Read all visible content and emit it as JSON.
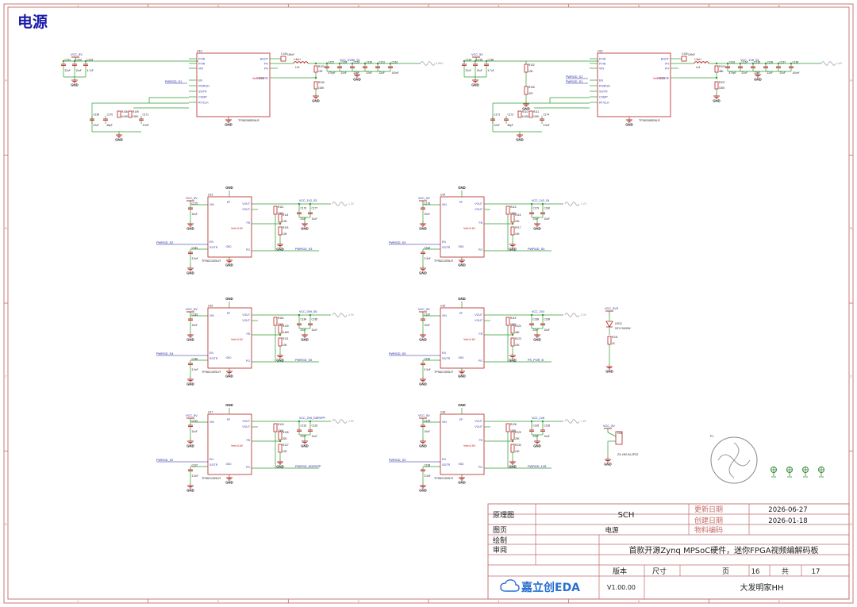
{
  "sheet": {
    "title": "电源",
    "col_marks": [
      "1",
      "2",
      "3",
      "4",
      "5",
      "6"
    ],
    "row_marks": [
      "A",
      "B",
      "C",
      "D"
    ]
  },
  "colors": {
    "frame": "#c46a6a",
    "wire": "#2f9a2f",
    "part": "#b42020",
    "pin": "#3a3ab0",
    "net": "#1a1a99",
    "text": "#222222"
  },
  "top_buck": [
    {
      "ref": "U10",
      "part": "TPS62085RHLR",
      "input_net": "VCC_5V",
      "input_caps": [
        "C151",
        "C152",
        "C153"
      ],
      "input_cap_vals": [
        "22uF",
        "10uF",
        "4.7uF"
      ],
      "pins_left": [
        "PVIN",
        "PVIN",
        "VIN",
        "EN",
        "PWRGD",
        "SS/TR",
        "COMP",
        "RT/CLK"
      ],
      "pins_right": [
        "BOOT",
        "PH",
        "PH",
        "VSENSE"
      ],
      "vref": "Vref=0.6V",
      "en_net": "PWRGD_S1",
      "boot_cap": "C145",
      "boot_val": "100nF",
      "inductor": "L13",
      "ind_val": "1.5uH",
      "out_net": "VCC_0V85_S1",
      "out_label": "0.85V",
      "out_caps": [
        "C157",
        "C158",
        "C159",
        "C160",
        "C161",
        "C162"
      ],
      "out_cap_vals": [
        "470pF",
        "22uF",
        "22uF",
        "22uF",
        "22uF",
        "100nF"
      ],
      "fb_res": [
        "R103",
        "R105"
      ],
      "fb_vals": [
        "12K",
        "100K"
      ],
      "comp_parts": [
        "C169",
        "C170",
        "R108",
        "R109",
        "C171"
      ],
      "comp_vals": [
        "22nF",
        "68pF",
        "6.04K",
        "100K",
        "3.9nF"
      ],
      "gnd": "GND"
    },
    {
      "ref": "U12",
      "part": "TPS62085RHLR",
      "input_net": "VCC_5V",
      "input_caps": [
        "C154",
        "C155",
        "C156"
      ],
      "input_cap_vals": [
        "22uF",
        "10uF",
        "4.7uF"
      ],
      "pins_left": [
        "PVIN",
        "PVIN",
        "VIN",
        "EN",
        "PWRGD",
        "SS/TR",
        "COMP",
        "RT/CLK"
      ],
      "pins_right": [
        "BOOT",
        "PH",
        "PH",
        "VSENSE"
      ],
      "vref": "Vref=0.6V",
      "en_net": "PWRGD_S1",
      "pg_net": "PWRGD_S2",
      "boot_cap": "C150",
      "boot_val": "100nF",
      "inductor": "L14",
      "ind_val": "1.5uH",
      "out_net": "VCC_1V8_S2",
      "out_label": "1.8V",
      "out_caps": [
        "C163",
        "C164",
        "C165",
        "C166",
        "C167",
        "C168"
      ],
      "out_cap_vals": [
        "470pF",
        "22uF",
        "22uF",
        "22uF",
        "22uF",
        "100nF"
      ],
      "fb_res": [
        "R104",
        "R107"
      ],
      "fb_vals": [
        "48K",
        "100K"
      ],
      "div_res": [
        "R102",
        "R106"
      ],
      "div_vals": [
        "10K",
        "47K"
      ],
      "comp_parts": [
        "C172",
        "C173",
        "R110",
        "R111",
        "C174"
      ],
      "comp_vals": [
        "22nF",
        "68pF",
        "6.04K",
        "100K",
        "3.9nF"
      ],
      "gnd": "GND"
    }
  ],
  "ldo_blocks": [
    {
      "ref": "U13",
      "part": "TPS62130SLR",
      "vin": "VCC_5V",
      "out_net": "VCC_1V2_S3",
      "out_label": "1.2V",
      "vref": "Vref=0.6V",
      "en_net": "PWRGD_S2",
      "pg_net": "PWRGD_S3",
      "caps_in": "C175",
      "cin_val": "10uF",
      "ss_cap": "C181",
      "ss_val": "3.3nF",
      "fb_top": "R114",
      "fb_top_val": "10K",
      "fb_bot": "R115",
      "fb_bot_val": "10K",
      "pu": "R112",
      "pu_val": "100K",
      "cout": [
        "C176",
        "C177"
      ],
      "cout_vals": [
        "22uF",
        "10uF"
      ]
    },
    {
      "ref": "U14",
      "part": "TPS62130SLR",
      "vin": "VCC_5V",
      "out_net": "VCC_1V2_S4",
      "out_label": "1.2V",
      "vref": "Vref=0.6V",
      "en_net": "PWRGD_S3",
      "pg_net": "PWRGD_S4",
      "caps_in": "C178",
      "cin_val": "10uF",
      "ss_cap": "C182",
      "ss_val": "3.3nF",
      "fb_top": "R116",
      "fb_top_val": "10K",
      "fb_bot": "R117",
      "fb_bot_val": "10K",
      "pu": "R113",
      "pu_val": "100K",
      "cout": [
        "C179",
        "C180"
      ],
      "cout_vals": [
        "22uF",
        "10uF"
      ]
    },
    {
      "ref": "U15",
      "part": "TPS62130SLR",
      "vin": "VCC_5V",
      "out_net": "VCC_0V9_S5",
      "out_label": "0.9V",
      "vref": "Vref=0.6V",
      "en_net": "PWRGD_S4",
      "pg_net": "PWRGD_S5",
      "caps_in": "C183",
      "cin_val": "10uF",
      "ss_cap": "C186",
      "ss_val": "3.3nF",
      "fb_top": "R120",
      "fb_top_val": "5.49K",
      "fb_bot": "R121",
      "fb_bot_val": "10K",
      "pu": "R118",
      "pu_val": "100K",
      "cout": [
        "C184",
        "C185"
      ],
      "cout_vals": [
        "22uF",
        "10uF"
      ]
    },
    {
      "ref": "U16",
      "part": "TPS62130SLR",
      "vin": "VCC_5V",
      "out_net": "VCC_3V3",
      "out_label": "3.3V",
      "vref": "Vref=0.6V",
      "en_net": "PWRGD_S5",
      "pg_net": "PS_POR_B",
      "caps_in": "C187",
      "cin_val": "10uF",
      "ss_cap": "C190",
      "ss_val": "3.3nF",
      "fb_top": "R122",
      "fb_top_val": "45K",
      "fb_bot": "R123",
      "fb_bot_val": "10K",
      "pu": "R119",
      "pu_val": "100K",
      "cout": [
        "C188",
        "C189"
      ],
      "cout_vals": [
        "22uF",
        "10uF"
      ]
    },
    {
      "ref": "U17",
      "part": "TPS62130SLR",
      "vin": "VCC_5V",
      "out_net": "VCC_2V5_DDRVPP",
      "out_label": "2.5V",
      "vref": "Vref=0.6V",
      "en_net": "PWRGD_S2",
      "pg_net": "PWRGD_DDRVPP",
      "caps_in": "C191",
      "cin_val": "10uF",
      "ss_cap": "C197",
      "ss_val": "3.3nF",
      "fb_top": "R126",
      "fb_top_val": "32K",
      "fb_bot": "R127",
      "fb_bot_val": "10K",
      "pu": "R124",
      "pu_val": "100K",
      "cout": [
        "C192",
        "C193"
      ],
      "cout_vals": [
        "22uF",
        "10uF"
      ]
    },
    {
      "ref": "U18",
      "part": "TPS62130SLR",
      "vin": "VCC_5V",
      "out_net": "VCC_1V8",
      "out_label": "1.8V",
      "vref": "Vref=0.6V",
      "en_net": "PWRGD_S3",
      "pg_net": "PWRGD_1V8",
      "caps_in": "C194",
      "cin_val": "10uF",
      "ss_cap": "C198",
      "ss_val": "3.3nF",
      "fb_top": "R129",
      "fb_top_val": "20K",
      "fb_bot": "R130",
      "fb_bot_val": "10K",
      "pu": "R128",
      "pu_val": "100K",
      "cout": [
        "C195",
        "C196"
      ],
      "cout_vals": [
        "22uF",
        "10uF"
      ]
    }
  ],
  "led": {
    "net": "VCC_3V3",
    "ref": "LED3",
    "part": "SZYY0402W",
    "res": "R131",
    "res_val": "1K",
    "gnd": "GND"
  },
  "conn": {
    "net": "VCC_5V",
    "ref": "CN1",
    "part": "ZX-XH2.54-2PZZ",
    "gnd": "GND"
  },
  "logo_mark": "P1",
  "title_block": {
    "label_schematic": "原理图",
    "schematic_value": "SCH",
    "label_page": "图页",
    "page_value": "电源",
    "label_drawn": "绘制",
    "label_review": "审阅",
    "label_updated": "更新日期",
    "updated": "2026-06-27",
    "label_created": "创建日期",
    "created": "2026-01-18",
    "label_material": "物料编码",
    "project": "首款开源Zynq MPSoC硬件，迷你FPGA视频编解码板",
    "brand": "嘉立创EDA",
    "label_version": "版本",
    "label_size": "尺寸",
    "version": "V1.00.00",
    "label_page_no": "页",
    "page_no": "16",
    "label_total": "共",
    "total": "17",
    "author": "大发明家HH"
  }
}
